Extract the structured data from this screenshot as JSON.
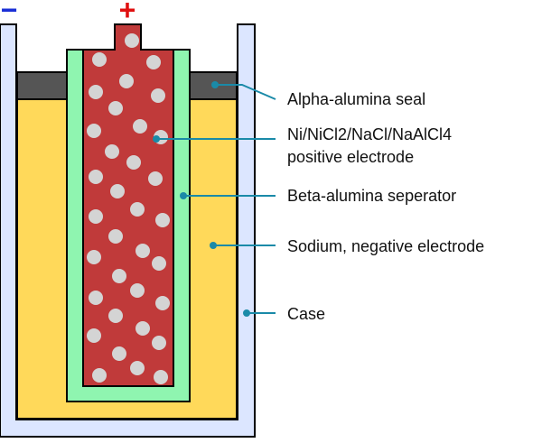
{
  "terminals": {
    "negative": "−",
    "positive": "+"
  },
  "labels": [
    {
      "id": "seal",
      "lines": [
        "Alpha-alumina seal"
      ]
    },
    {
      "id": "positive",
      "lines": [
        "Ni/NiCl2/NaCl/NaAlCl4",
        "positive electrode"
      ]
    },
    {
      "id": "separator",
      "lines": [
        "Beta-alumina seperator"
      ]
    },
    {
      "id": "sodium",
      "lines": [
        "Sodium, negative electrode"
      ]
    },
    {
      "id": "case",
      "lines": [
        "Case"
      ]
    }
  ],
  "colors": {
    "case": "#dce6ff",
    "sodium": "#ffd95a",
    "separator": "#8ff5b0",
    "electrode": "#c03a3a",
    "particle": "#d4d4d4",
    "seal": "#555555",
    "leader": "#1a8aa8",
    "minus": "#1a2fd6",
    "plus": "#e01010"
  }
}
